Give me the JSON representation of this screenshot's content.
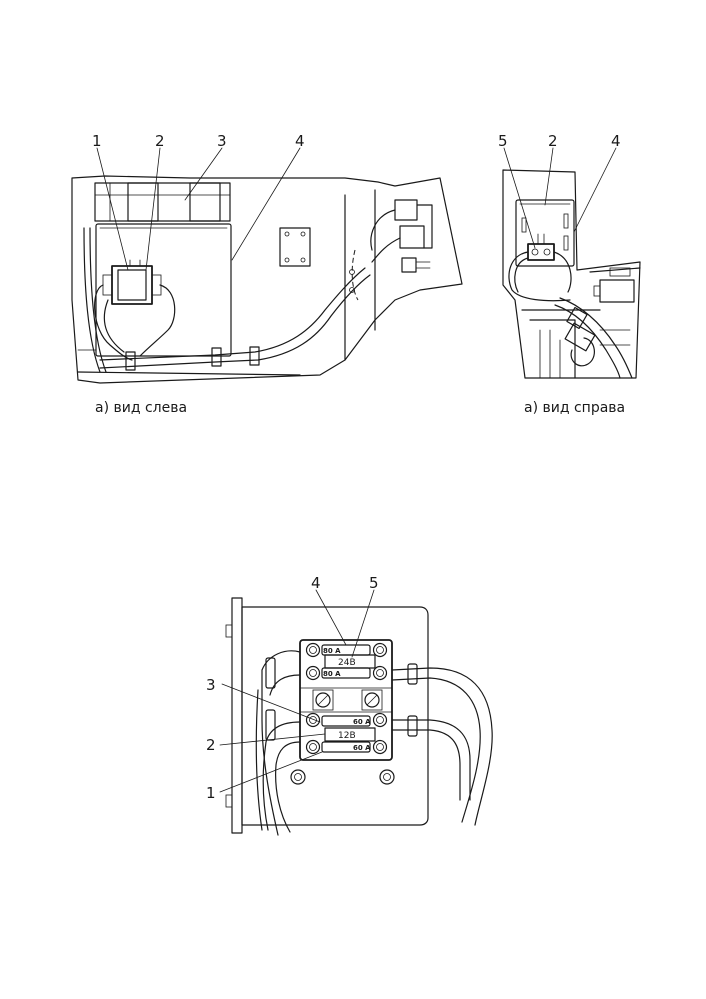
{
  "view_left": {
    "callouts": [
      "1",
      "2",
      "3",
      "4"
    ],
    "caption": "а) вид слева"
  },
  "view_right": {
    "callouts": [
      "5",
      "2",
      "4"
    ],
    "caption": "а) вид справа"
  },
  "fuse_box": {
    "callouts": [
      "4",
      "5",
      "3",
      "2",
      "1"
    ],
    "fuse_80a_top": "80 A",
    "fuse_80a_bottom": "80 A",
    "voltage_24": "24В",
    "fuse_60a_top": "60 A",
    "fuse_60a_bottom": "60 A",
    "voltage_12": "12В"
  }
}
